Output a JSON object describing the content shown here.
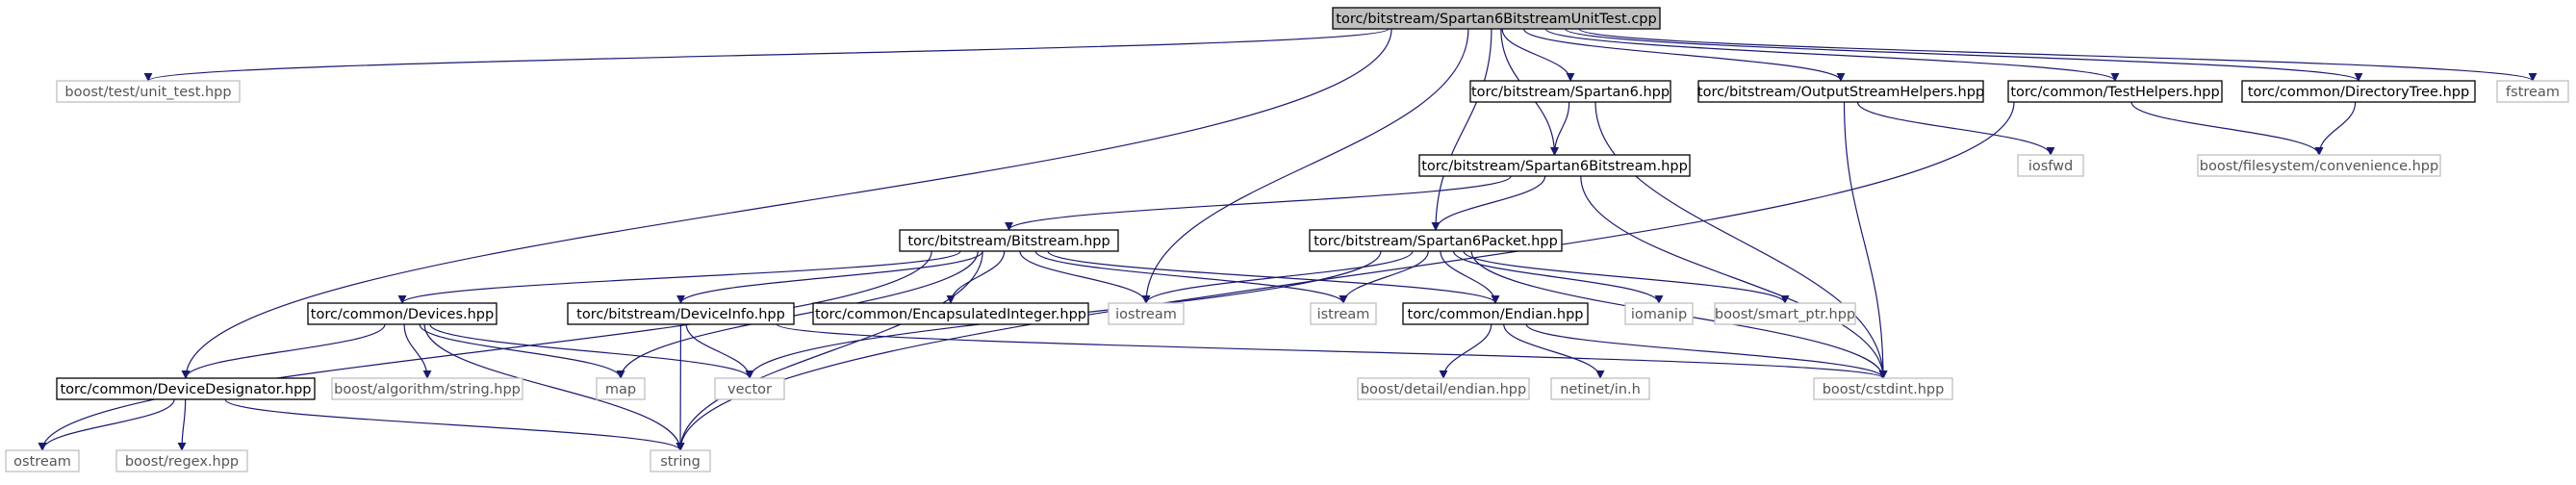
{
  "graph": {
    "type": "include-dependency-graph",
    "colors": {
      "edge": "#191970",
      "root_fill": "#bfbfbf",
      "root_border": "#000000",
      "project_border": "#000000",
      "external_border": "#bfbfbf",
      "external_text": "#555555"
    },
    "nodes": [
      {
        "id": "root",
        "label": "torc/bitstream/Spartan6BitstreamUnitTest.cpp",
        "kind": "root"
      },
      {
        "id": "unit_test",
        "label": "boost/test/unit_test.hpp",
        "kind": "external"
      },
      {
        "id": "spartan6_hpp",
        "label": "torc/bitstream/Spartan6.hpp",
        "kind": "project"
      },
      {
        "id": "osh",
        "label": "torc/bitstream/OutputStreamHelpers.hpp",
        "kind": "project"
      },
      {
        "id": "testhelpers",
        "label": "torc/common/TestHelpers.hpp",
        "kind": "project"
      },
      {
        "id": "dirtree",
        "label": "torc/common/DirectoryTree.hpp",
        "kind": "project"
      },
      {
        "id": "fstream",
        "label": "fstream",
        "kind": "external"
      },
      {
        "id": "s6bitstream",
        "label": "torc/bitstream/Spartan6Bitstream.hpp",
        "kind": "project"
      },
      {
        "id": "iosfwd",
        "label": "iosfwd",
        "kind": "external"
      },
      {
        "id": "convenience",
        "label": "boost/filesystem/convenience.hpp",
        "kind": "external"
      },
      {
        "id": "bitstream",
        "label": "torc/bitstream/Bitstream.hpp",
        "kind": "project"
      },
      {
        "id": "s6packet",
        "label": "torc/bitstream/Spartan6Packet.hpp",
        "kind": "project"
      },
      {
        "id": "devices",
        "label": "torc/common/Devices.hpp",
        "kind": "project"
      },
      {
        "id": "deviceinfo",
        "label": "torc/bitstream/DeviceInfo.hpp",
        "kind": "project"
      },
      {
        "id": "encint",
        "label": "torc/common/EncapsulatedInteger.hpp",
        "kind": "project"
      },
      {
        "id": "iostream",
        "label": "iostream",
        "kind": "external"
      },
      {
        "id": "istream",
        "label": "istream",
        "kind": "external"
      },
      {
        "id": "endian",
        "label": "torc/common/Endian.hpp",
        "kind": "project"
      },
      {
        "id": "iomanip",
        "label": "iomanip",
        "kind": "external"
      },
      {
        "id": "smartptr",
        "label": "boost/smart_ptr.hpp",
        "kind": "external"
      },
      {
        "id": "devdesig",
        "label": "torc/common/DeviceDesignator.hpp",
        "kind": "project"
      },
      {
        "id": "algostring",
        "label": "boost/algorithm/string.hpp",
        "kind": "external"
      },
      {
        "id": "map",
        "label": "map",
        "kind": "external"
      },
      {
        "id": "vector",
        "label": "vector",
        "kind": "external"
      },
      {
        "id": "detailendian",
        "label": "boost/detail/endian.hpp",
        "kind": "external"
      },
      {
        "id": "netinet",
        "label": "netinet/in.h",
        "kind": "external"
      },
      {
        "id": "cstdint",
        "label": "boost/cstdint.hpp",
        "kind": "external"
      },
      {
        "id": "ostream",
        "label": "ostream",
        "kind": "external"
      },
      {
        "id": "regex",
        "label": "boost/regex.hpp",
        "kind": "external"
      },
      {
        "id": "string",
        "label": "string",
        "kind": "external"
      }
    ],
    "edges": [
      [
        "root",
        "unit_test"
      ],
      [
        "root",
        "spartan6_hpp"
      ],
      [
        "root",
        "osh"
      ],
      [
        "root",
        "testhelpers"
      ],
      [
        "root",
        "dirtree"
      ],
      [
        "root",
        "fstream"
      ],
      [
        "root",
        "s6bitstream"
      ],
      [
        "root",
        "s6packet"
      ],
      [
        "root",
        "iostream"
      ],
      [
        "root",
        "devdesig"
      ],
      [
        "spartan6_hpp",
        "s6bitstream"
      ],
      [
        "spartan6_hpp",
        "cstdint"
      ],
      [
        "osh",
        "iosfwd"
      ],
      [
        "osh",
        "cstdint"
      ],
      [
        "testhelpers",
        "convenience"
      ],
      [
        "testhelpers",
        "string"
      ],
      [
        "dirtree",
        "convenience"
      ],
      [
        "s6bitstream",
        "bitstream"
      ],
      [
        "s6bitstream",
        "s6packet"
      ],
      [
        "s6bitstream",
        "cstdint"
      ],
      [
        "bitstream",
        "devices"
      ],
      [
        "bitstream",
        "deviceinfo"
      ],
      [
        "bitstream",
        "encint"
      ],
      [
        "bitstream",
        "iostream"
      ],
      [
        "bitstream",
        "istream"
      ],
      [
        "bitstream",
        "endian"
      ],
      [
        "bitstream",
        "map"
      ],
      [
        "bitstream",
        "string"
      ],
      [
        "bitstream",
        "ostream"
      ],
      [
        "s6packet",
        "iostream"
      ],
      [
        "s6packet",
        "istream"
      ],
      [
        "s6packet",
        "endian"
      ],
      [
        "s6packet",
        "iomanip"
      ],
      [
        "s6packet",
        "smartptr"
      ],
      [
        "s6packet",
        "vector"
      ],
      [
        "s6packet",
        "cstdint"
      ],
      [
        "devices",
        "devdesig"
      ],
      [
        "devices",
        "algostring"
      ],
      [
        "devices",
        "map"
      ],
      [
        "devices",
        "vector"
      ],
      [
        "devices",
        "string"
      ],
      [
        "deviceinfo",
        "vector"
      ],
      [
        "deviceinfo",
        "string"
      ],
      [
        "deviceinfo",
        "cstdint"
      ],
      [
        "endian",
        "detailendian"
      ],
      [
        "endian",
        "netinet"
      ],
      [
        "endian",
        "cstdint"
      ],
      [
        "devdesig",
        "ostream"
      ],
      [
        "devdesig",
        "regex"
      ],
      [
        "devdesig",
        "string"
      ]
    ]
  }
}
